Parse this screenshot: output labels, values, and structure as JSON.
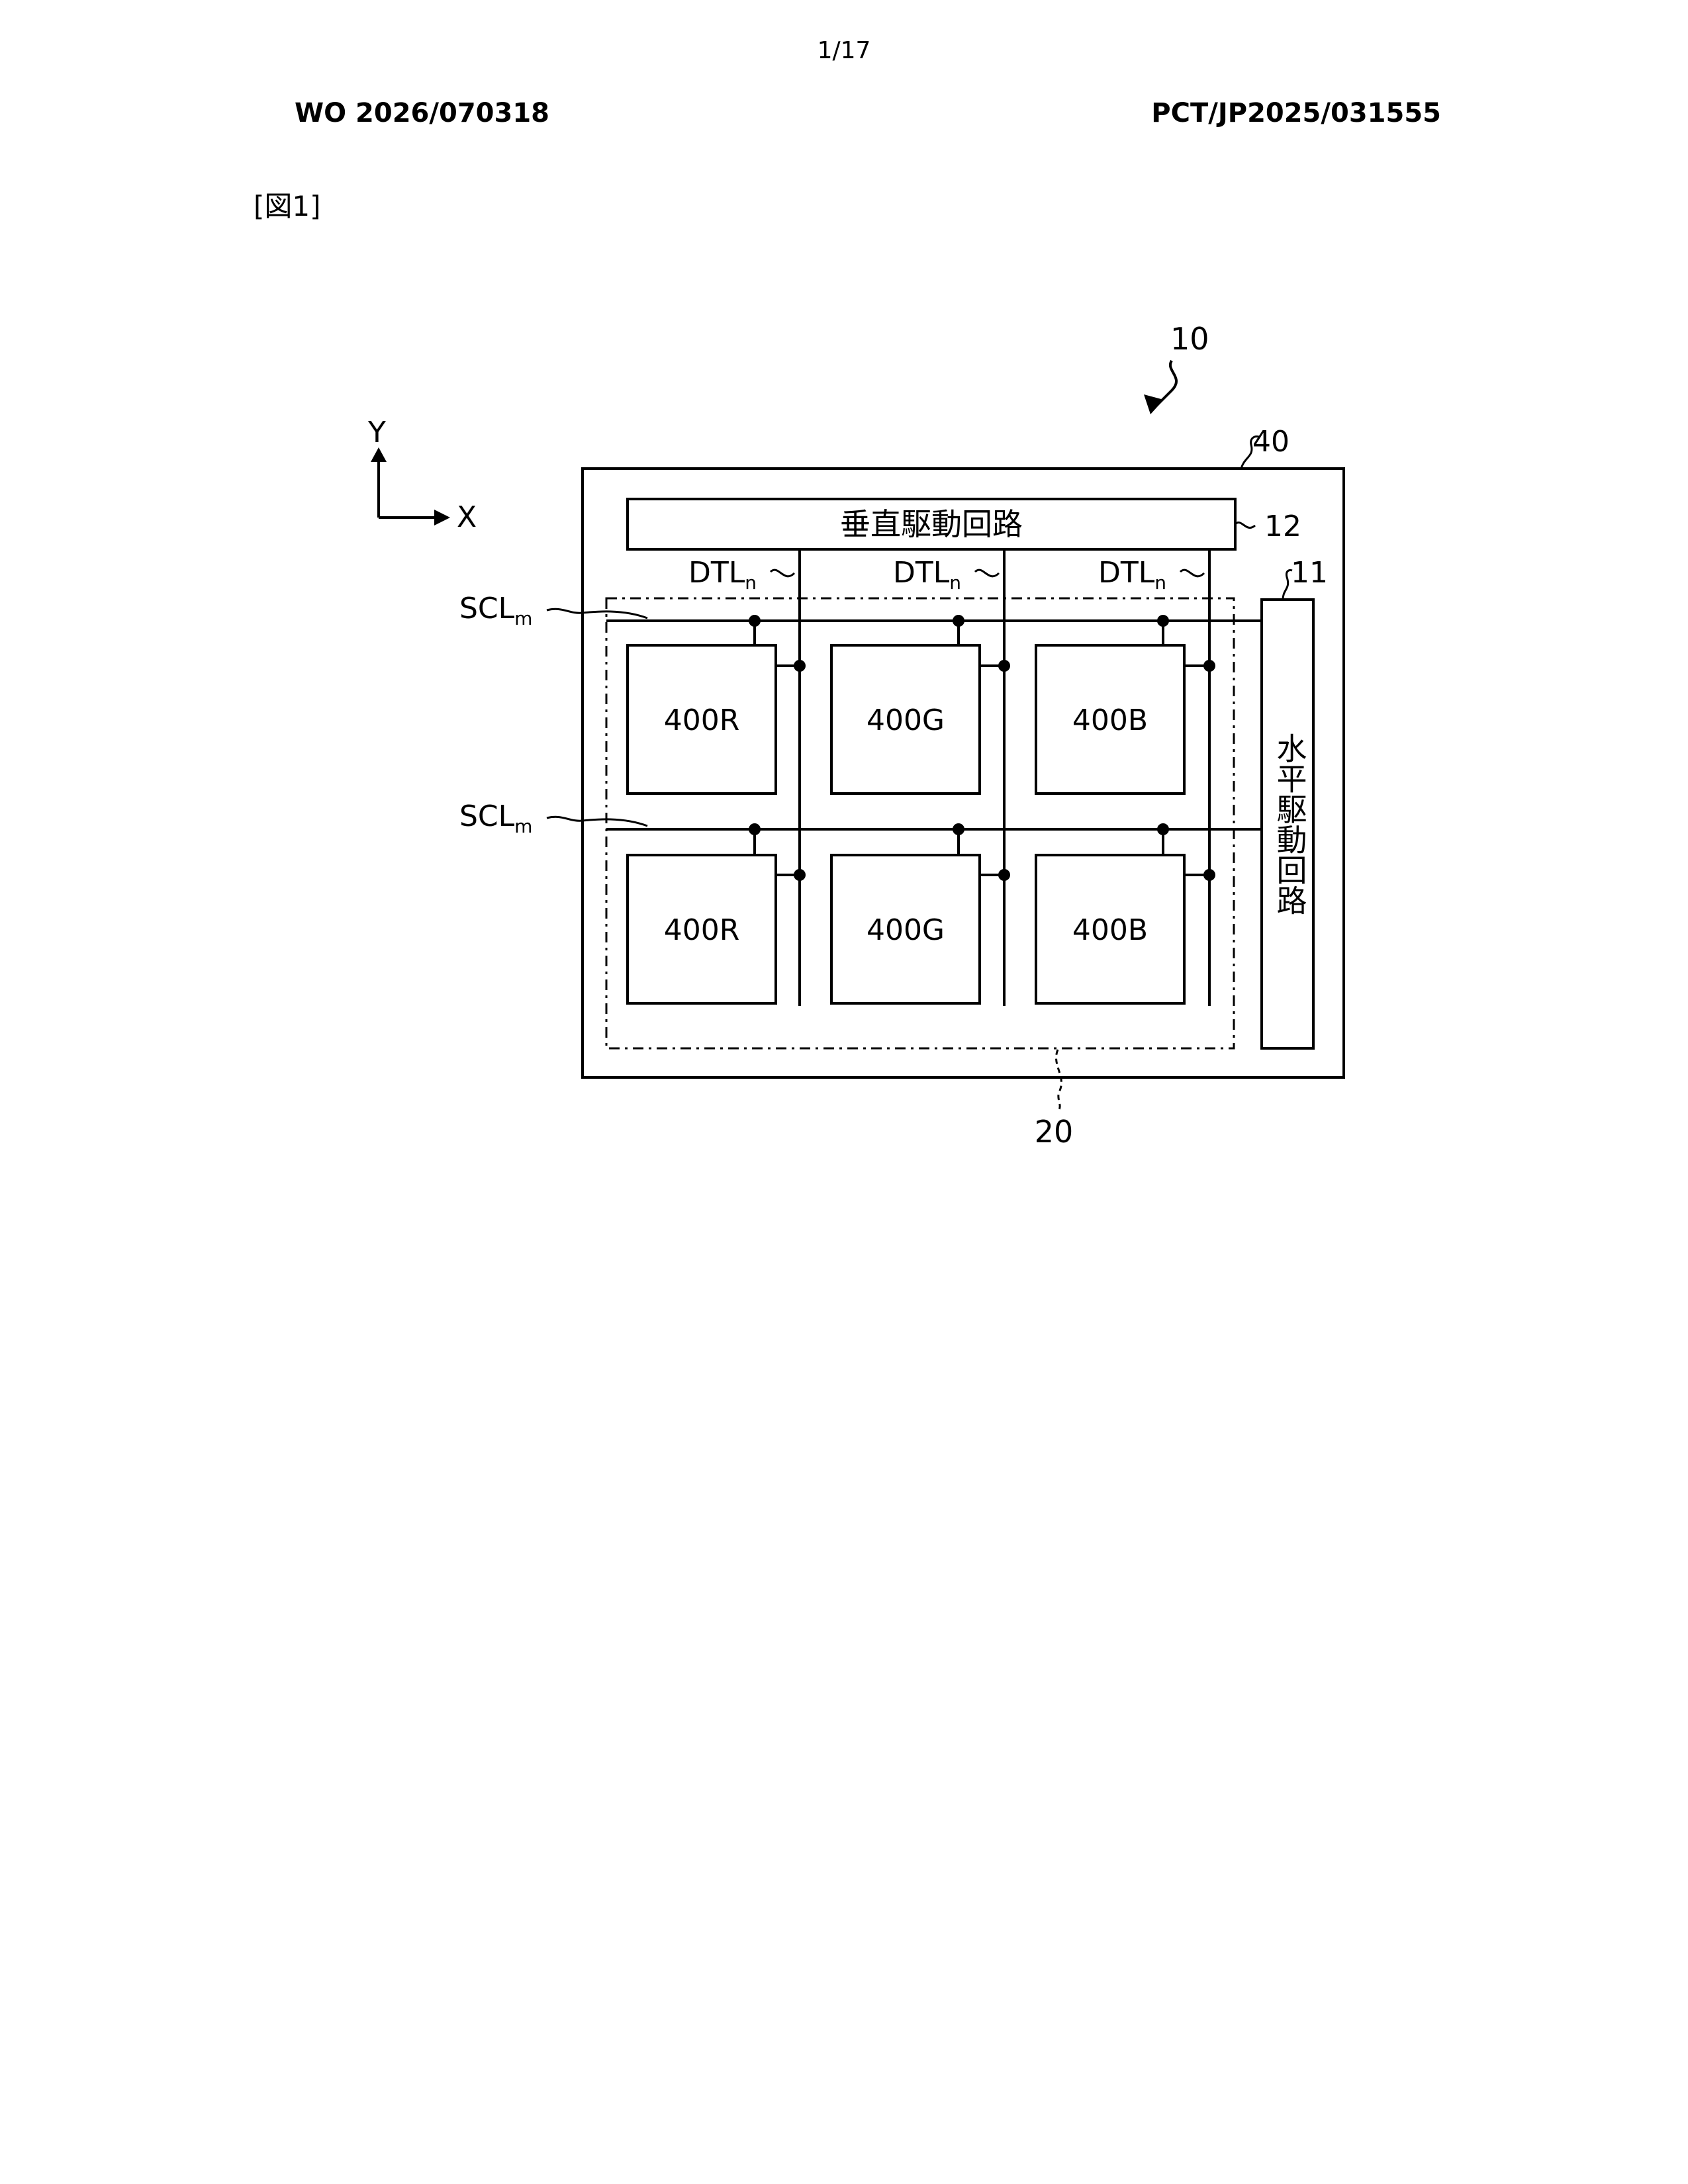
{
  "header": {
    "page_number": "1/17",
    "publication_number": "WO 2026/070318",
    "application_number": "PCT/JP2025/031555",
    "figure_label": "[図1]"
  },
  "diagram": {
    "device_ref": "10",
    "panel_ref": "40",
    "vertical_driver": {
      "label": "垂直駆動回路",
      "ref": "12"
    },
    "horizontal_driver": {
      "label": "水平駆動回路",
      "ref": "11"
    },
    "pixel_array_ref": "20",
    "axes": {
      "y": "Y",
      "x": "X"
    },
    "scan_lines": [
      {
        "base": "SCL",
        "sub": "m"
      },
      {
        "base": "SCL",
        "sub": "m"
      }
    ],
    "data_lines": [
      {
        "base": "DTL",
        "sub": "n"
      },
      {
        "base": "DTL",
        "sub": "n"
      },
      {
        "base": "DTL",
        "sub": "n"
      }
    ],
    "pixels": [
      [
        "400R",
        "400G",
        "400B"
      ],
      [
        "400R",
        "400G",
        "400B"
      ]
    ]
  }
}
